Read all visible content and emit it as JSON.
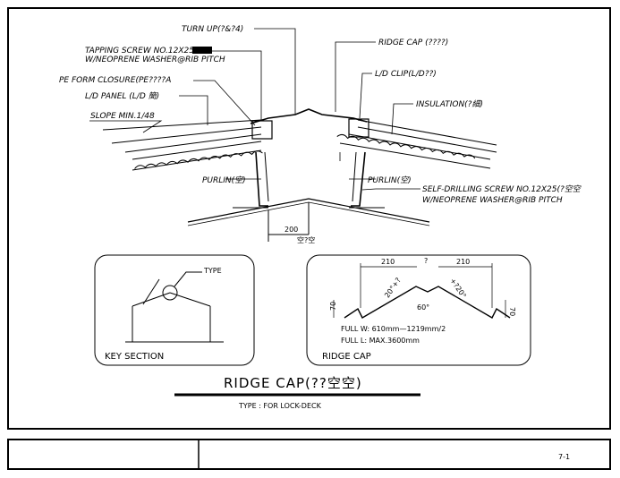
{
  "labels": {
    "turn_up": "TURN UP(?&?4)",
    "tapping_screw_1": "TAPPING SCREW NO.12X25(",
    "tapping_screw_2": "W/NEOPRENE WASHER@RIB PITCH",
    "pe_form": "PE FORM CLOSURE(PE????A",
    "ld_panel": "L/D PANEL (L/D 簡)",
    "slope": "SLOPE MIN.1/48",
    "ridge_cap": "RIDGE CAP (????)",
    "ld_clip": "L/D CLIP(L/D??)",
    "insulation": "INSULATION(?細)",
    "purlin_left": "PURLIN(空)",
    "purlin_right": "PURLIN(空)",
    "self_drill_1": "SELF-DRILLING SCREW NO.12X25(?空空",
    "self_drill_2": "W/NEOPRENE WASHER@RIB PITCH",
    "dim_200": "200",
    "dim_200_note": "空?空"
  },
  "key_section": {
    "title": "KEY SECTION",
    "type_label": "TYPE"
  },
  "ridge_cap_detail": {
    "title": "RIDGE CAP",
    "dim_210_left": "210",
    "dim_210_right": "210",
    "dim_angle_top": "?",
    "dim_60": "60°",
    "dim_20_left": "20°+?",
    "dim_20_right": "+?20°",
    "dim_70_left": "70",
    "dim_70_right": "70",
    "full_w": "FULL W: 610mm—1219mm/2",
    "full_l": "FULL L: MAX.3600mm"
  },
  "title": {
    "main": "RIDGE CAP(??空空)",
    "type": "TYPE : FOR LOCK-DECK"
  },
  "title_block": {
    "code": "7-1"
  }
}
